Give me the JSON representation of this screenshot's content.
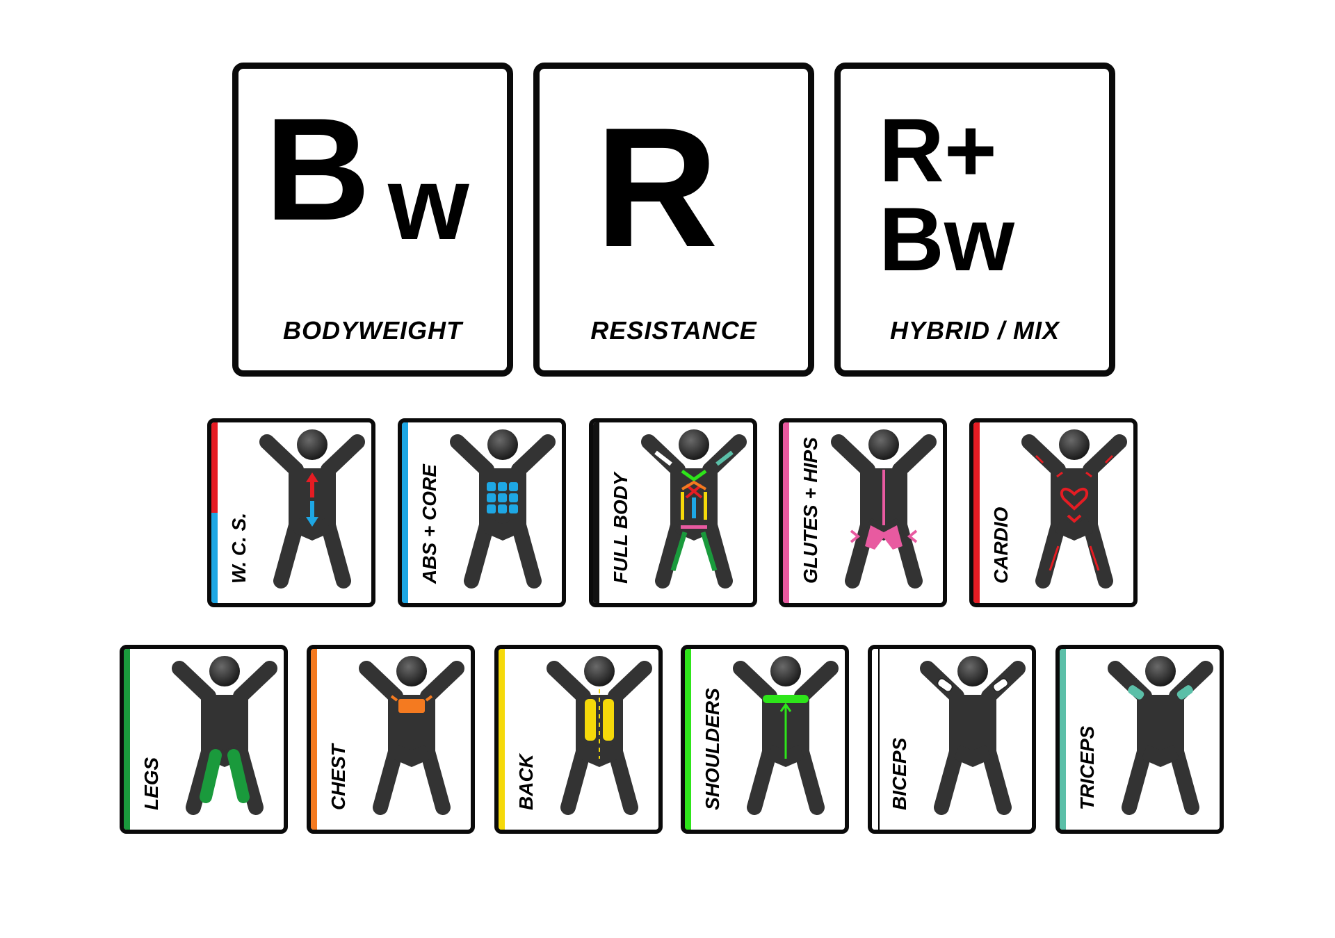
{
  "types": [
    {
      "id": "bodyweight",
      "letters": [
        "B",
        "w"
      ],
      "caption": "BODYWEIGHT"
    },
    {
      "id": "resistance",
      "letters": [
        "R"
      ],
      "caption": "RESISTANCE"
    },
    {
      "id": "hybrid",
      "letters": [
        "R+",
        "Bw"
      ],
      "caption": "HYBRID / MIX"
    }
  ],
  "muscle_groups": [
    {
      "id": "wcs",
      "label": "W. C. S.",
      "colors": [
        "#e51c23",
        "#1ea7e4"
      ],
      "icon": "wcs-figure-icon"
    },
    {
      "id": "abs",
      "label": "ABS + CORE",
      "colors": [
        "#1ea7e4"
      ],
      "icon": "abs-figure-icon"
    },
    {
      "id": "fullbody",
      "label": "FULL BODY",
      "colors": [
        "#111111"
      ],
      "icon": "full-body-figure-icon"
    },
    {
      "id": "glutes",
      "label": "GLUTES + HIPS",
      "colors": [
        "#e85aa0"
      ],
      "icon": "glutes-figure-icon"
    },
    {
      "id": "cardio",
      "label": "CARDIO",
      "colors": [
        "#e51c23"
      ],
      "icon": "cardio-figure-icon"
    },
    {
      "id": "legs",
      "label": "LEGS",
      "colors": [
        "#1a9a3c"
      ],
      "icon": "legs-figure-icon"
    },
    {
      "id": "chest",
      "label": "CHEST",
      "colors": [
        "#f47a20"
      ],
      "icon": "chest-figure-icon"
    },
    {
      "id": "back",
      "label": "BACK",
      "colors": [
        "#f5d90a"
      ],
      "icon": "back-figure-icon"
    },
    {
      "id": "shoulders",
      "label": "SHOULDERS",
      "colors": [
        "#2ee51a"
      ],
      "icon": "shoulders-figure-icon"
    },
    {
      "id": "biceps",
      "label": "BICEPS",
      "colors": [
        "#ffffff"
      ],
      "icon": "biceps-figure-icon"
    },
    {
      "id": "triceps",
      "label": "TRICEPS",
      "colors": [
        "#5bbfa8"
      ],
      "icon": "triceps-figure-icon"
    }
  ]
}
